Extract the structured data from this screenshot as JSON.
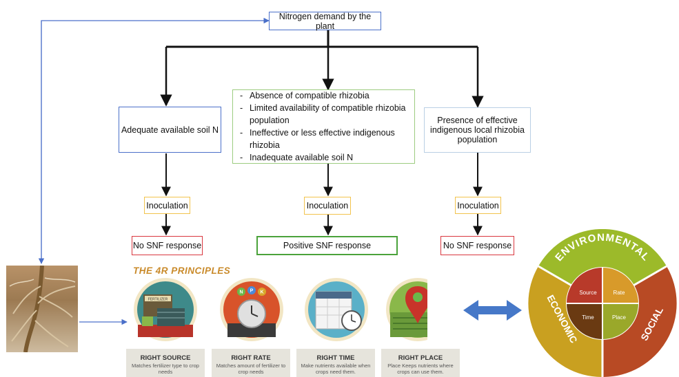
{
  "top_box": "Nitrogen demand by the plant",
  "left_box": "Adequate available  soil N",
  "middle_list": [
    "Absence of compatible rhizobia",
    "Limited availability of compatible rhizobia population",
    "Ineffective or less effective indigenous rhizobia",
    "Inadequate available soil N"
  ],
  "right_box": "Presence of effective indigenous local rhizobia population",
  "inoculation_label": "Inoculation",
  "responses": {
    "left": "No SNF response",
    "middle": "Positive  SNF response",
    "right": "No  SNF response"
  },
  "principles": {
    "title": "THE 4R PRINCIPLES",
    "items": [
      {
        "heading": "RIGHT SOURCE",
        "desc": "Matches fertilizer type to crop needs",
        "sign": "FERTILIZER"
      },
      {
        "heading": "RIGHT RATE",
        "desc": "Matches amount of fertilizer to crop needs",
        "letters": [
          "N",
          "P",
          "K"
        ]
      },
      {
        "heading": "RIGHT TIME",
        "desc": "Make nutrients available when crops need them."
      },
      {
        "heading": "RIGHT PLACE",
        "desc": "Place Keeps nutrients where crops can use them."
      }
    ]
  },
  "wheel": {
    "outer": [
      "ENVIRONMENTAL",
      "ECONOMIC",
      "SOCIAL"
    ],
    "inner": [
      "Source",
      "Rate",
      "Time",
      "Place"
    ],
    "colors": {
      "environmental": "#9cba2a",
      "economic": "#c9a020",
      "social": "#b84a24",
      "source": "#b83a2a",
      "rate": "#d89a2a",
      "time": "#6a3a12",
      "place": "#9aa82a"
    }
  }
}
